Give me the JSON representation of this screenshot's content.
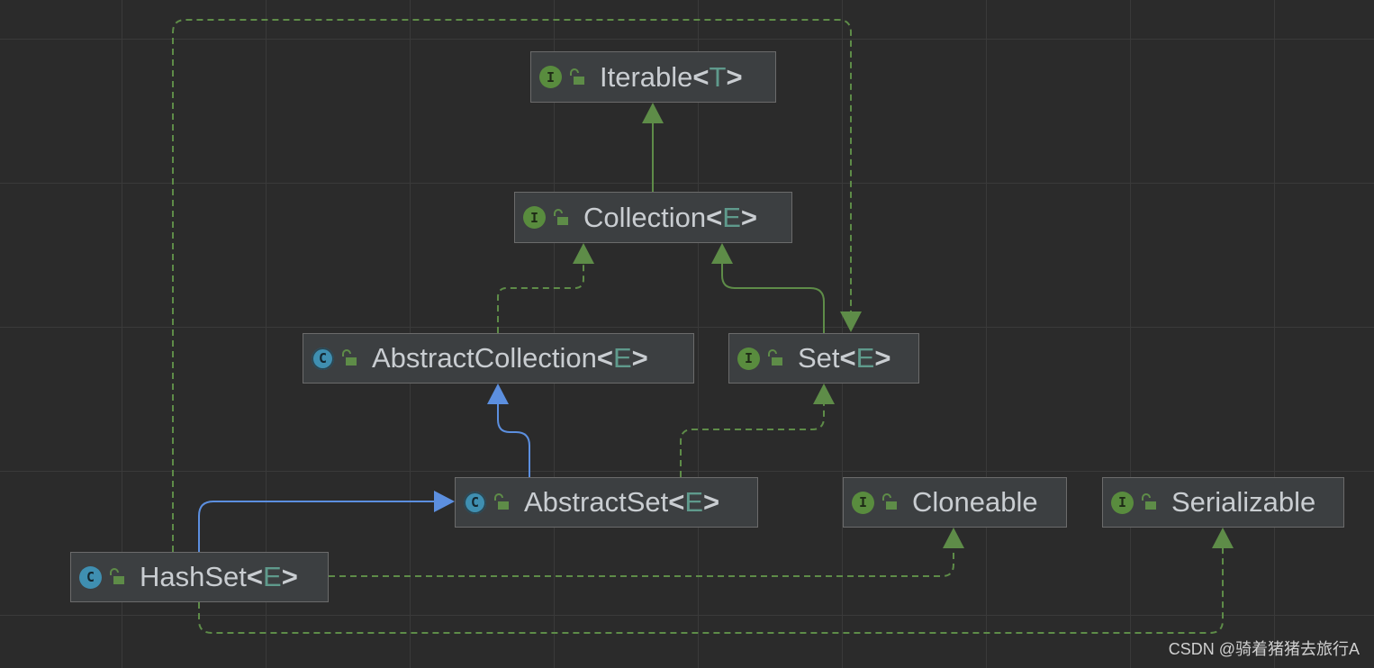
{
  "diagram": {
    "nodes": {
      "iterable": {
        "kind": "interface",
        "kind_letter": "I",
        "name": "Iterable",
        "open": "<",
        "type_param": "T",
        "close": ">"
      },
      "collection": {
        "kind": "interface",
        "kind_letter": "I",
        "name": "Collection",
        "open": "<",
        "type_param": "E",
        "close": ">"
      },
      "abstract_collection": {
        "kind": "abstract-class",
        "kind_letter": "C",
        "name": "AbstractCollection",
        "open": "<",
        "type_param": "E",
        "close": ">"
      },
      "set": {
        "kind": "interface",
        "kind_letter": "I",
        "name": "Set",
        "open": "<",
        "type_param": "E",
        "close": ">"
      },
      "abstract_set": {
        "kind": "abstract-class",
        "kind_letter": "C",
        "name": "AbstractSet",
        "open": "<",
        "type_param": "E",
        "close": ">"
      },
      "cloneable": {
        "kind": "interface",
        "kind_letter": "I",
        "name": "Cloneable"
      },
      "serializable": {
        "kind": "interface",
        "kind_letter": "I",
        "name": "Serializable"
      },
      "hash_set": {
        "kind": "class",
        "kind_letter": "C",
        "name": "HashSet",
        "open": "<",
        "type_param": "E",
        "close": ">"
      }
    },
    "edges": [
      {
        "from": "collection",
        "to": "iterable",
        "relation": "extends",
        "style": "solid",
        "color": "#5e8c48"
      },
      {
        "from": "abstract_collection",
        "to": "collection",
        "relation": "implements",
        "style": "dashed",
        "color": "#5e8c48"
      },
      {
        "from": "set",
        "to": "collection",
        "relation": "extends",
        "style": "solid",
        "color": "#5e8c48"
      },
      {
        "from": "abstract_set",
        "to": "abstract_collection",
        "relation": "extends",
        "style": "solid",
        "color": "#5c8fdf"
      },
      {
        "from": "abstract_set",
        "to": "set",
        "relation": "implements",
        "style": "dashed",
        "color": "#5e8c48"
      },
      {
        "from": "hash_set",
        "to": "abstract_set",
        "relation": "extends",
        "style": "solid",
        "color": "#5c8fdf"
      },
      {
        "from": "hash_set",
        "to": "set",
        "relation": "implements",
        "style": "dashed",
        "color": "#5e8c48"
      },
      {
        "from": "hash_set",
        "to": "cloneable",
        "relation": "implements",
        "style": "dashed",
        "color": "#5e8c48"
      },
      {
        "from": "hash_set",
        "to": "serializable",
        "relation": "implements",
        "style": "dashed",
        "color": "#5e8c48"
      }
    ]
  },
  "colors": {
    "background": "#2b2b2b",
    "node_fill": "#3c3f41",
    "node_border": "#6b6b6b",
    "interface_badge": "#598c3e",
    "class_badge": "#3f8fb1",
    "type_param": "#5f9a8c",
    "implements_edge": "#5e8c48",
    "extends_edge": "#5c8fdf"
  },
  "watermark": "CSDN @骑着猪猪去旅行A"
}
